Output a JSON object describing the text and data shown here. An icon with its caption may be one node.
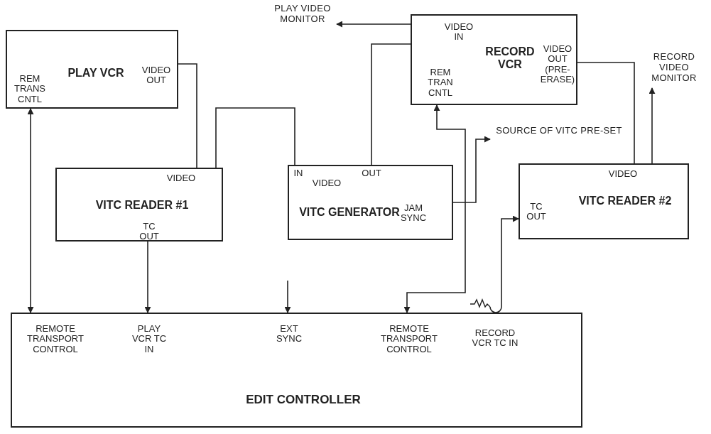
{
  "diagram": {
    "nodes": [
      {
        "text": [
          "PLAY VCR",
          "VIDEO OUT",
          "REM TRANS CNTL"
        ]
      },
      {
        "text": [
          "VIDEO",
          "VITC READER #1",
          "TC OUT"
        ]
      },
      {
        "text": [
          "IN",
          "VIDEO",
          "OUT",
          "VITC GENERATOR",
          "JAM SYNC"
        ]
      },
      {
        "text": [
          "VIDEO IN",
          "RECORD VCR",
          "VIDEO OUT (PRE-ERASE)",
          "REM TRAN CNTL"
        ]
      },
      {
        "text": [
          "VIDEO",
          "TC OUT",
          "VITC READER #2"
        ]
      },
      {
        "text": [
          "REMOTE TRANSPORT CONTROL",
          "PLAY VCR TC IN",
          "EXT SYNC",
          "REMOTE TRANSPORT CONTROL",
          "RECORD VCR TC IN",
          "EDIT CONTROLLER"
        ]
      },
      {
        "text": [
          "PLAY VIDEO MONITOR"
        ]
      },
      {
        "text": [
          "RECORD VIDEO MONITOR"
        ]
      },
      {
        "text": [
          "SOURCE OF VITC PRE-SET"
        ]
      }
    ],
    "edges": [
      {
        "from": 0,
        "to": 5,
        "arrow": "both"
      },
      {
        "from": 0,
        "to": 1,
        "arrow": "none"
      },
      {
        "from": 1,
        "to": 2,
        "arrow": "none"
      },
      {
        "from": 2,
        "to": 3,
        "arrow": "none"
      },
      {
        "from": 3,
        "to": 6,
        "arrow": "to"
      },
      {
        "from": 3,
        "to": 4,
        "arrow": "none"
      },
      {
        "from": 4,
        "to": 7,
        "arrow": "to"
      },
      {
        "from": 3,
        "to": 5,
        "arrow": "both"
      },
      {
        "from": 2,
        "to": 8,
        "arrow": "to"
      },
      {
        "from": 1,
        "to": 5,
        "arrow": "to"
      },
      {
        "from": null,
        "to": 5,
        "arrow": "to"
      },
      {
        "from": 5,
        "to": 4,
        "arrow": "to"
      }
    ]
  }
}
